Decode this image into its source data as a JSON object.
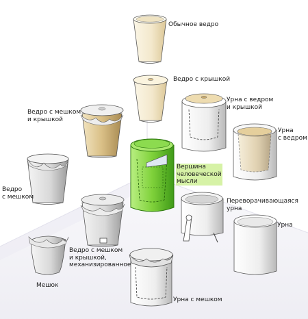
{
  "labels": {
    "ordinary": "Обычное ведро",
    "lid": "Ведро с крышкой",
    "urn_bucket_lid": "Урна с ведром\nи крышкой",
    "bag_lid": "Ведро с мешком\nи крышкой",
    "urn_bucket": "Урна\nс ведром",
    "pinnacle": "Вершина\nчеловеческой\nмысли",
    "bag": "Ведро\nс мешком",
    "tipping": "Переворачивающаяся\nурна",
    "mechanized": "Ведро с мешком\nи крышкой,\nмеханизированное",
    "urn": "Урна",
    "sack": "Мешок",
    "urn_bag": "Урна с мешком"
  },
  "colors": {
    "cream": "#f5ecd6",
    "tan": "#d9c08c",
    "gray": "#d8d8d8",
    "highlight_green": "#7fd13a",
    "floor": "#e7e6ef"
  }
}
